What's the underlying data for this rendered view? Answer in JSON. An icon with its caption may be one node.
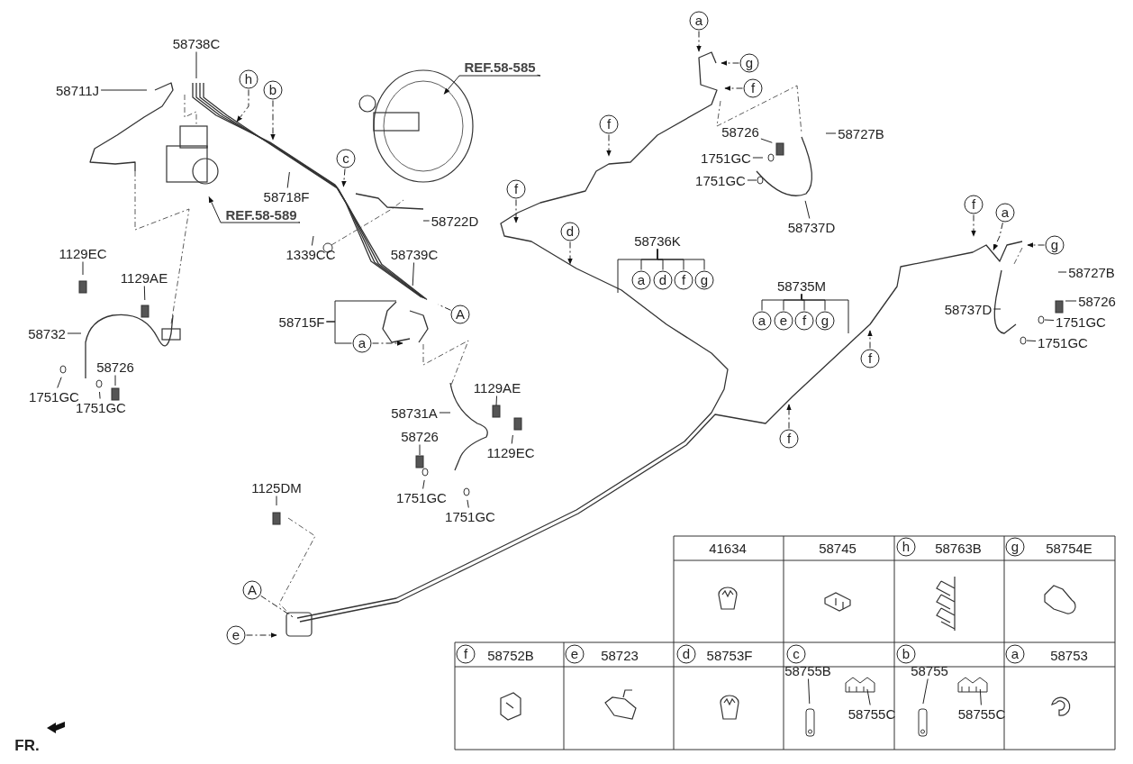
{
  "diagram": {
    "nodes": [
      {
        "text": [
          "58738C"
        ]
      },
      {
        "text": [
          "58711J"
        ]
      },
      {
        "text": [
          "h"
        ]
      },
      {
        "text": [
          "b"
        ]
      },
      {
        "text": [
          "REF.58-585"
        ]
      },
      {
        "text": [
          "c"
        ]
      },
      {
        "text": [
          "58718F"
        ]
      },
      {
        "text": [
          "REF.58-589"
        ]
      },
      {
        "text": [
          "58722D"
        ]
      },
      {
        "text": [
          "1339CC"
        ]
      },
      {
        "text": [
          "58739C"
        ]
      },
      {
        "text": [
          "58715F"
        ]
      },
      {
        "text": [
          "a"
        ]
      },
      {
        "text": [
          "A"
        ]
      },
      {
        "text": [
          "1129EC"
        ]
      },
      {
        "text": [
          "1129AE"
        ]
      },
      {
        "text": [
          "58732"
        ]
      },
      {
        "text": [
          "1751GC"
        ]
      },
      {
        "text": [
          "58726"
        ]
      },
      {
        "text": [
          "1751GC"
        ]
      },
      {
        "text": [
          "1129AE"
        ]
      },
      {
        "text": [
          "58731A"
        ]
      },
      {
        "text": [
          "1129EC"
        ]
      },
      {
        "text": [
          "58726"
        ]
      },
      {
        "text": [
          "1751GC"
        ]
      },
      {
        "text": [
          "1751GC"
        ]
      },
      {
        "text": [
          "1125DM"
        ]
      },
      {
        "text": [
          "A"
        ]
      },
      {
        "text": [
          "e"
        ]
      },
      {
        "text": [
          "a"
        ]
      },
      {
        "text": [
          "g"
        ]
      },
      {
        "text": [
          "f"
        ]
      },
      {
        "text": [
          "58726"
        ]
      },
      {
        "text": [
          "58727B"
        ]
      },
      {
        "text": [
          "1751GC"
        ]
      },
      {
        "text": [
          "1751GC"
        ]
      },
      {
        "text": [
          "58737D"
        ]
      },
      {
        "text": [
          "f"
        ]
      },
      {
        "text": [
          "f"
        ]
      },
      {
        "text": [
          "d"
        ]
      },
      {
        "text": [
          "58736K"
        ]
      },
      {
        "text": [
          "a"
        ]
      },
      {
        "text": [
          "d"
        ]
      },
      {
        "text": [
          "f"
        ]
      },
      {
        "text": [
          "g"
        ]
      },
      {
        "text": [
          "58735M"
        ]
      },
      {
        "text": [
          "a"
        ]
      },
      {
        "text": [
          "e"
        ]
      },
      {
        "text": [
          "f"
        ]
      },
      {
        "text": [
          "g"
        ]
      },
      {
        "text": [
          "f"
        ]
      },
      {
        "text": [
          "f"
        ]
      },
      {
        "text": [
          "f"
        ]
      },
      {
        "text": [
          "a"
        ]
      },
      {
        "text": [
          "g"
        ]
      },
      {
        "text": [
          "58727B"
        ]
      },
      {
        "text": [
          "58737D"
        ]
      },
      {
        "text": [
          "58726"
        ]
      },
      {
        "text": [
          "1751GC"
        ]
      },
      {
        "text": [
          "1751GC"
        ]
      },
      {
        "text": [
          "58755B"
        ]
      },
      {
        "text": [
          "58755C"
        ]
      },
      {
        "text": [
          "58755"
        ]
      },
      {
        "text": [
          "58755C"
        ]
      }
    ],
    "edges": [
      {
        "from": 0,
        "to": null,
        "arrow": "none"
      },
      {
        "from": 1,
        "to": null,
        "arrow": "none"
      },
      {
        "from": 2,
        "to": null,
        "arrow": "to",
        "style": "dashed"
      },
      {
        "from": 3,
        "to": null,
        "arrow": "to",
        "style": "dashed"
      },
      {
        "from": 4,
        "to": null,
        "arrow": "to"
      },
      {
        "from": 5,
        "to": null,
        "arrow": "to",
        "style": "dashed"
      },
      {
        "from": 6,
        "to": null,
        "arrow": "none"
      },
      {
        "from": 7,
        "to": null,
        "arrow": "to"
      },
      {
        "from": 8,
        "to": null,
        "arrow": "none"
      },
      {
        "from": 9,
        "to": null,
        "arrow": "none"
      },
      {
        "from": 10,
        "to": null,
        "arrow": "none"
      },
      {
        "from": 11,
        "to": null,
        "arrow": "none"
      },
      {
        "from": 11,
        "to": 12,
        "arrow": "none"
      },
      {
        "from": 12,
        "to": null,
        "arrow": "to",
        "style": "dashed"
      },
      {
        "from": 13,
        "to": null,
        "arrow": "none",
        "style": "dashed"
      },
      {
        "from": 14,
        "to": null,
        "arrow": "none"
      },
      {
        "from": 15,
        "to": null,
        "arrow": "none"
      },
      {
        "from": 16,
        "to": null,
        "arrow": "none"
      },
      {
        "from": 17,
        "to": null,
        "arrow": "none"
      },
      {
        "from": 18,
        "to": null,
        "arrow": "none"
      },
      {
        "from": 19,
        "to": null,
        "arrow": "none"
      },
      {
        "from": 20,
        "to": null,
        "arrow": "none"
      },
      {
        "from": 21,
        "to": null,
        "arrow": "none"
      },
      {
        "from": 22,
        "to": null,
        "arrow": "none"
      },
      {
        "from": 23,
        "to": null,
        "arrow": "none"
      },
      {
        "from": 24,
        "to": null,
        "arrow": "none"
      },
      {
        "from": 25,
        "to": null,
        "arrow": "none"
      },
      {
        "from": 26,
        "to": null,
        "arrow": "none"
      },
      {
        "from": 27,
        "to": null,
        "arrow": "none",
        "style": "dashed"
      },
      {
        "from": 28,
        "to": null,
        "arrow": "to",
        "style": "dashed"
      },
      {
        "from": 29,
        "to": null,
        "arrow": "to",
        "style": "dashed"
      },
      {
        "from": 30,
        "to": null,
        "arrow": "to",
        "style": "dashed"
      },
      {
        "from": 31,
        "to": null,
        "arrow": "to",
        "style": "dashed"
      },
      {
        "from": 32,
        "to": null,
        "arrow": "none"
      },
      {
        "from": 33,
        "to": null,
        "arrow": "none"
      },
      {
        "from": 34,
        "to": null,
        "arrow": "none"
      },
      {
        "from": 35,
        "to": null,
        "arrow": "none"
      },
      {
        "from": 36,
        "to": null,
        "arrow": "none"
      },
      {
        "from": 37,
        "to": null,
        "arrow": "to",
        "style": "dashed"
      },
      {
        "from": 38,
        "to": null,
        "arrow": "to",
        "style": "dashed"
      },
      {
        "from": 39,
        "to": null,
        "arrow": "to",
        "style": "dashed"
      },
      {
        "from": 40,
        "to": null,
        "arrow": "none"
      },
      {
        "from": 40,
        "to": 41,
        "arrow": "none"
      },
      {
        "from": 40,
        "to": 42,
        "arrow": "none"
      },
      {
        "from": 40,
        "to": 43,
        "arrow": "none"
      },
      {
        "from": 40,
        "to": 44,
        "arrow": "none"
      },
      {
        "from": 45,
        "to": null,
        "arrow": "none"
      },
      {
        "from": 45,
        "to": 46,
        "arrow": "none"
      },
      {
        "from": 45,
        "to": 47,
        "arrow": "none"
      },
      {
        "from": 45,
        "to": 48,
        "arrow": "none"
      },
      {
        "from": 45,
        "to": 49,
        "arrow": "none"
      },
      {
        "from": 50,
        "to": null,
        "arrow": "to",
        "style": "dashed"
      },
      {
        "from": 51,
        "to": null,
        "arrow": "to",
        "style": "dashed"
      },
      {
        "from": 52,
        "to": null,
        "arrow": "to",
        "style": "dashed"
      },
      {
        "from": 53,
        "to": null,
        "arrow": "to",
        "style": "dashed"
      },
      {
        "from": 54,
        "to": null,
        "arrow": "to",
        "style": "dashed"
      },
      {
        "from": 55,
        "to": null,
        "arrow": "none"
      },
      {
        "from": 56,
        "to": null,
        "arrow": "none"
      },
      {
        "from": 57,
        "to": null,
        "arrow": "none"
      },
      {
        "from": 58,
        "to": null,
        "arrow": "none"
      },
      {
        "from": 59,
        "to": null,
        "arrow": "none"
      },
      {
        "from": 60,
        "to": null,
        "arrow": "none"
      },
      {
        "from": 61,
        "to": null,
        "arrow": "none"
      },
      {
        "from": 62,
        "to": null,
        "arrow": "none"
      },
      {
        "from": 63,
        "to": null,
        "arrow": "none"
      }
    ],
    "labels": [
      "41634",
      "58745",
      "h",
      "58763B",
      "g",
      "58754E",
      "f",
      "58752B",
      "e",
      "58723",
      "d",
      "58753F",
      "c",
      "b",
      "a",
      "58753",
      "FR."
    ]
  }
}
